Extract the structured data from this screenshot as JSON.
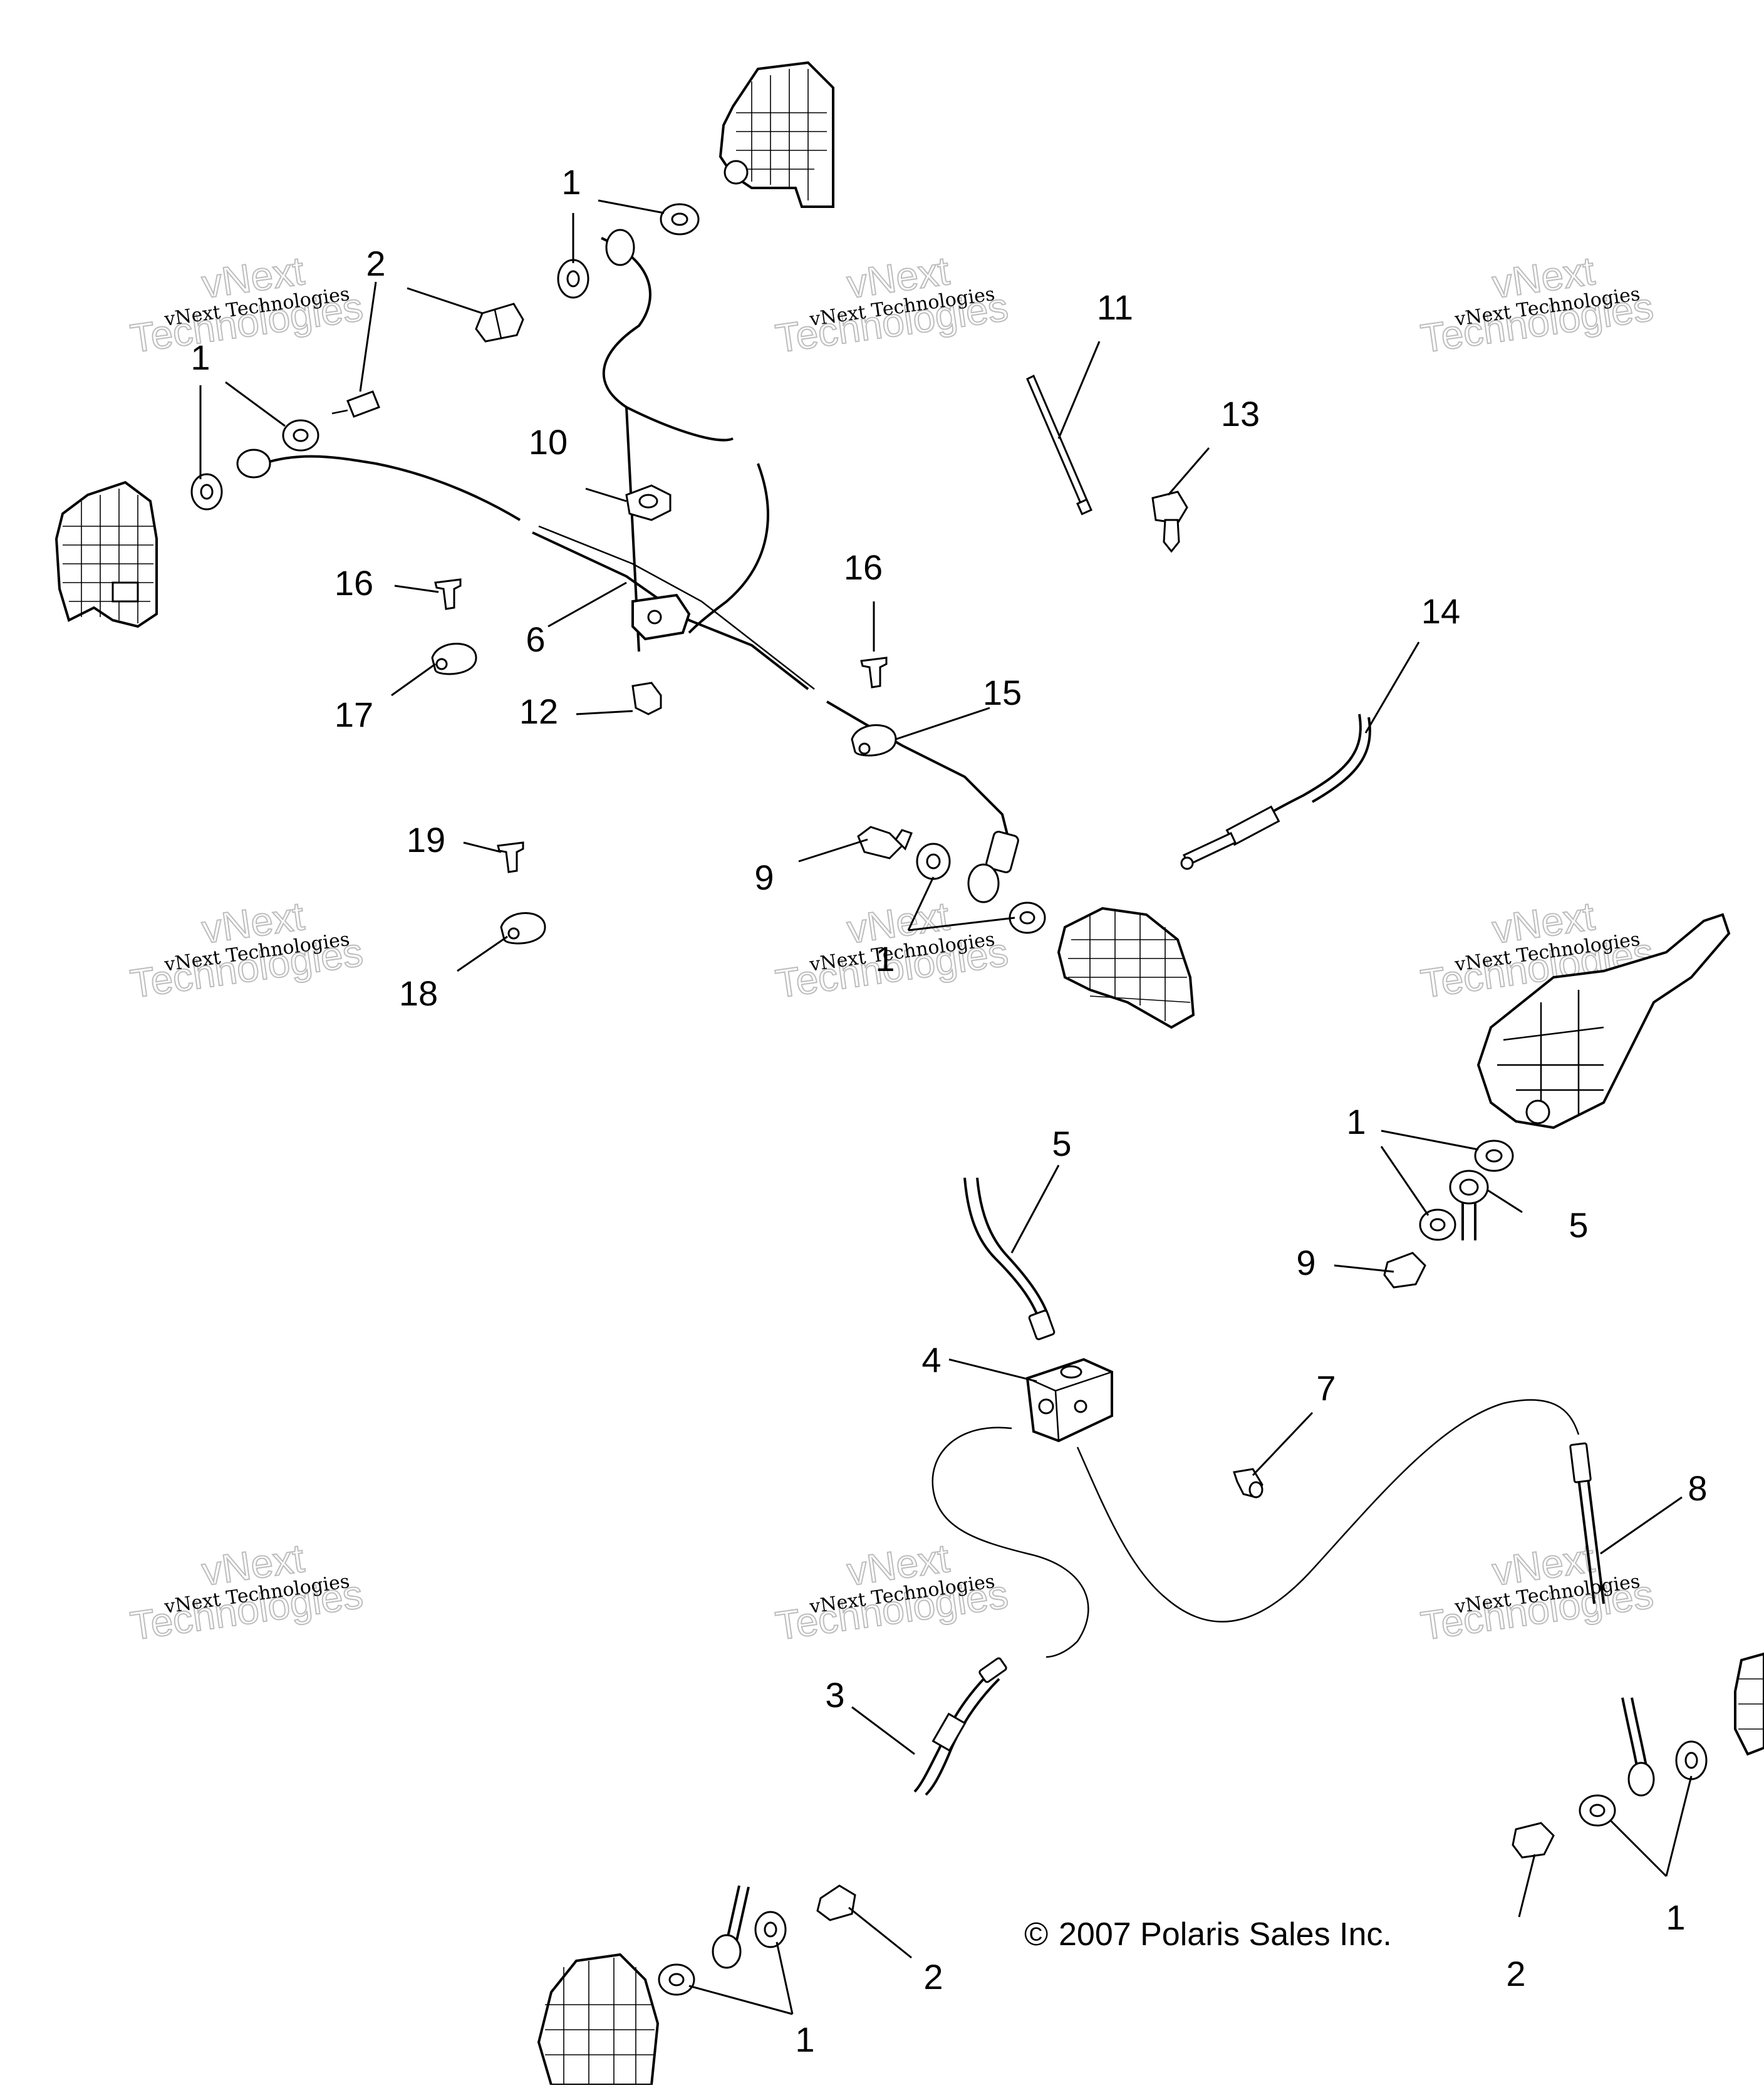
{
  "diagram": {
    "callouts": [
      "1",
      "2",
      "3",
      "4",
      "5",
      "6",
      "7",
      "8",
      "9",
      "10",
      "11",
      "12",
      "13",
      "14",
      "15",
      "16",
      "17",
      "18",
      "19"
    ],
    "copyright": "2007 Polaris Sales Inc.",
    "copyright_symbol": "©",
    "watermark": {
      "line1": "vNext Technologies",
      "line2": "vNext",
      "line3": "Technologies"
    }
  }
}
